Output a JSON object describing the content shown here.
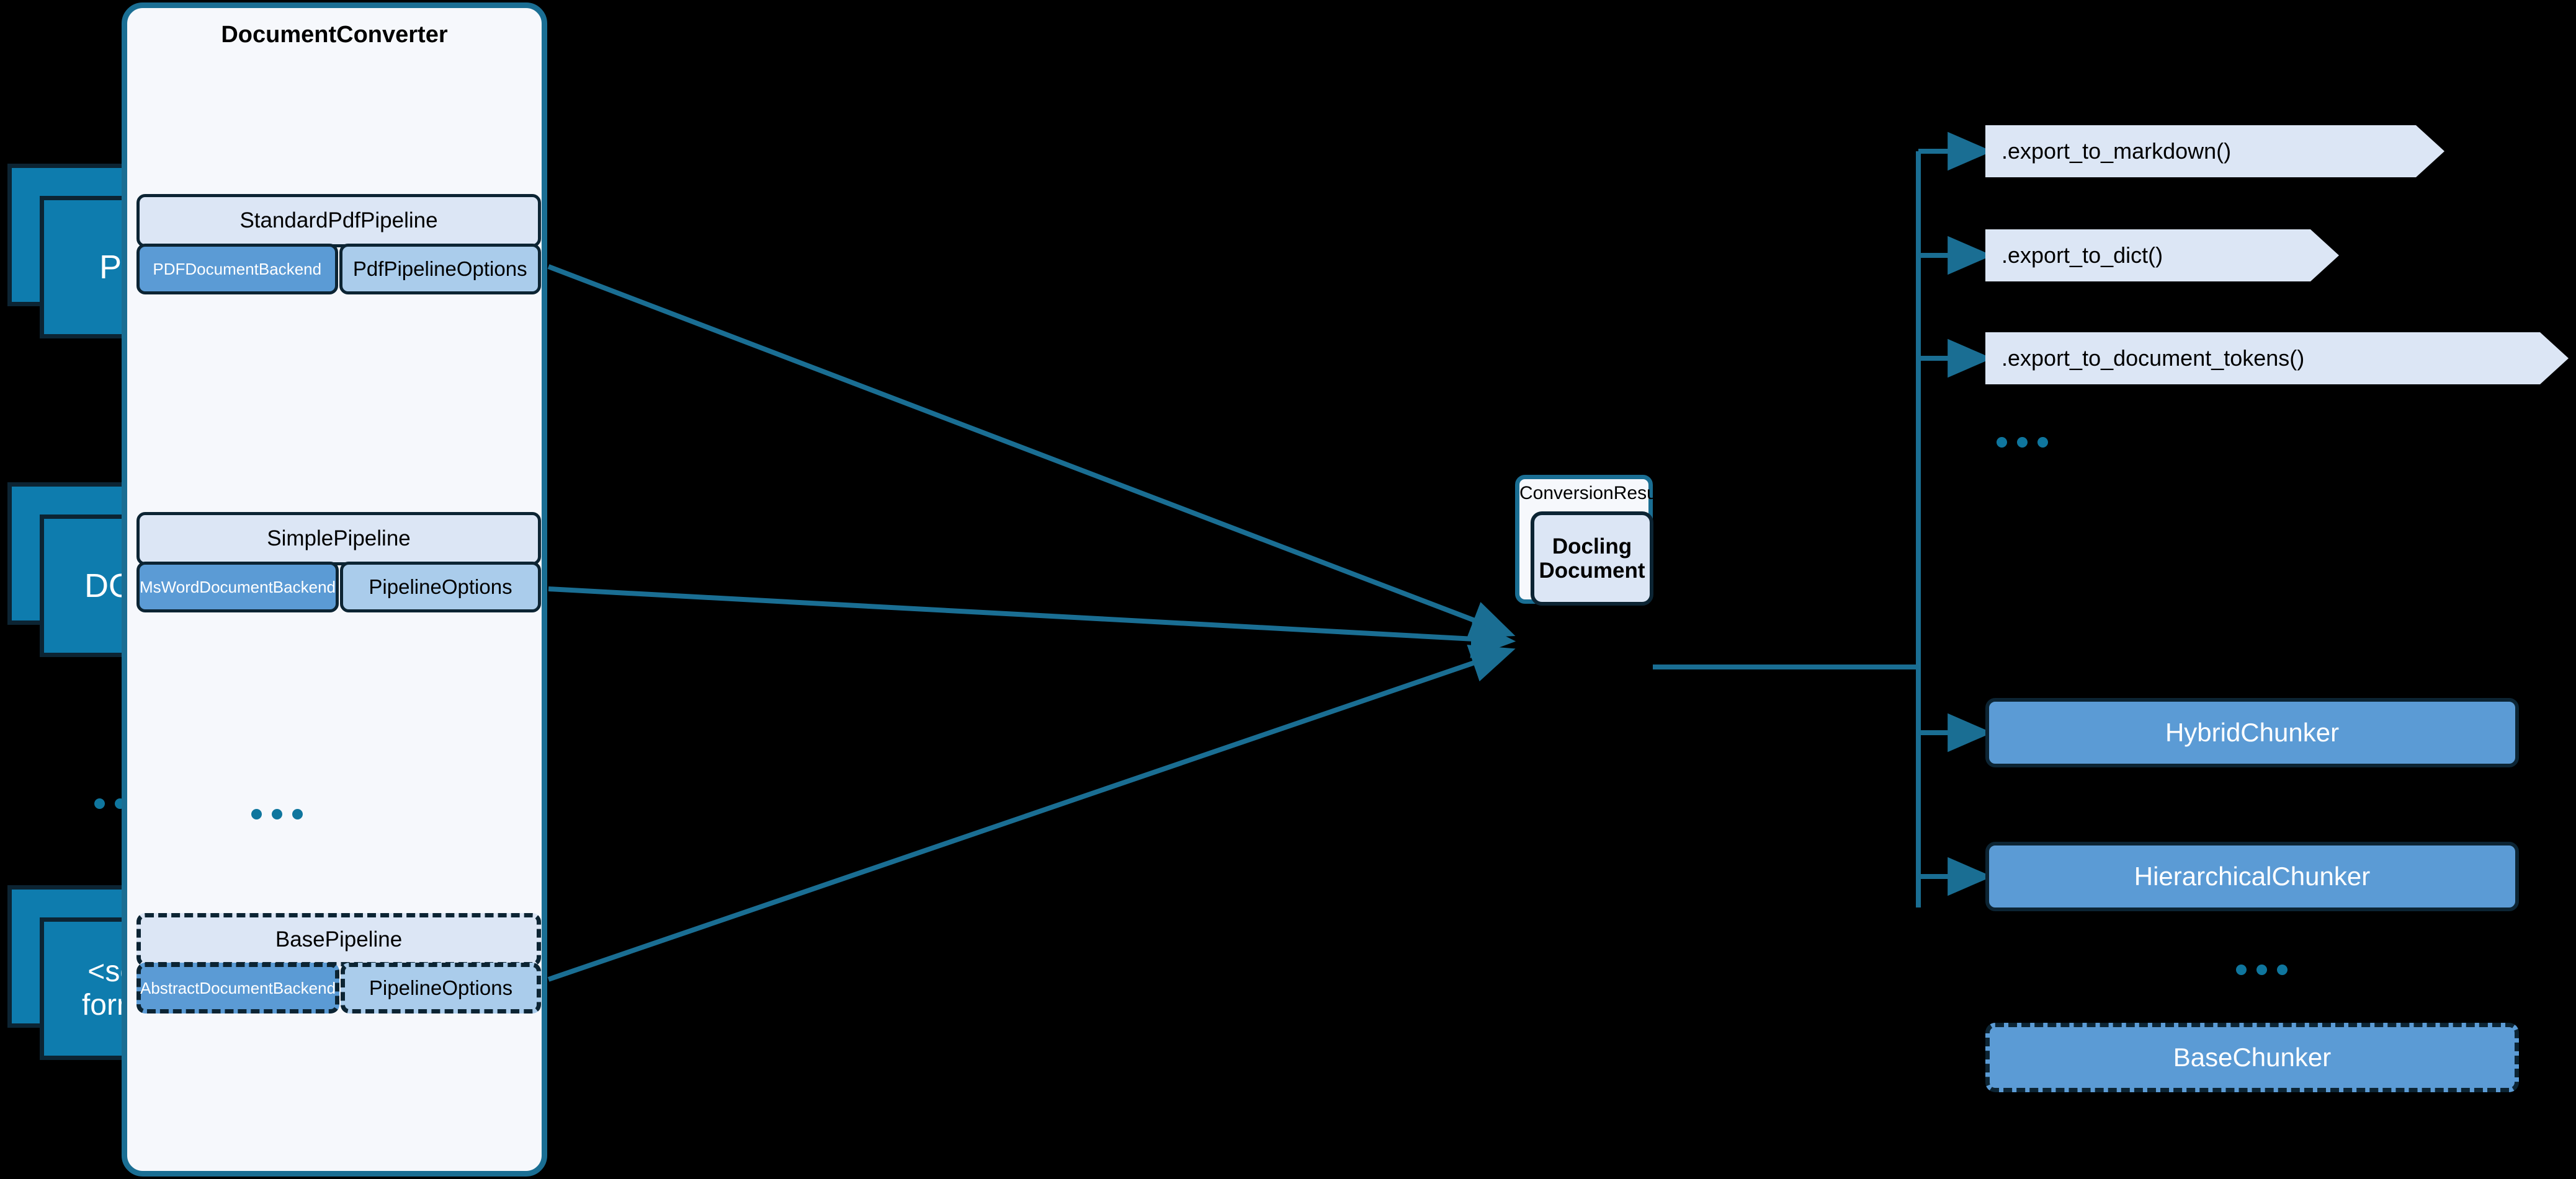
{
  "colors": {
    "canvas": "#000000",
    "panel_bg": "#F6F8FC",
    "panel_border": "#1A6E93",
    "pipeline_header_bg": "#DCE6F5",
    "backend_bg": "#5B9BD5",
    "options_bg": "#AACCEB",
    "doc_icon_bg": "#0E7CAE",
    "dark_stroke": "#0C2433",
    "connector": "#1A6E93",
    "dots": "#0F769E"
  },
  "inputs": {
    "documents": [
      {
        "label": "PDF",
        "lines": [
          "PDF"
        ]
      },
      {
        "label": "DOCX",
        "lines": [
          "DOCX"
        ]
      },
      {
        "label": "<some format>",
        "lines": [
          "<some",
          "format>"
        ]
      }
    ],
    "ellipsis": "..."
  },
  "converter": {
    "title": "DocumentConverter",
    "ellipsis": "...",
    "pipelines": [
      {
        "name": "StandardPdfPipeline",
        "backend": "PDFDocumentBackend",
        "options": "PdfPipelineOptions",
        "abstract": false
      },
      {
        "name": "SimplePipeline",
        "backend": "MsWordDocumentBackend",
        "options": "PipelineOptions",
        "abstract": false
      },
      {
        "name": "BasePipeline",
        "backend": "AbstractDocumentBackend",
        "options": "PipelineOptions",
        "abstract": true
      }
    ]
  },
  "result": {
    "label": "ConversionResult",
    "document_lines": [
      "Docling",
      "Document"
    ],
    "document_text": "Docling Document"
  },
  "exports": {
    "ellipsis": "...",
    "methods": [
      {
        "label": ".export_to_markdown()"
      },
      {
        "label": ".export_to_dict()"
      },
      {
        "label": ".export_to_document_tokens()"
      }
    ]
  },
  "chunkers": {
    "ellipsis": "...",
    "items": [
      {
        "label": "HybridChunker",
        "abstract": false
      },
      {
        "label": "HierarchicalChunker",
        "abstract": false
      },
      {
        "label": "BaseChunker",
        "abstract": true
      }
    ]
  }
}
